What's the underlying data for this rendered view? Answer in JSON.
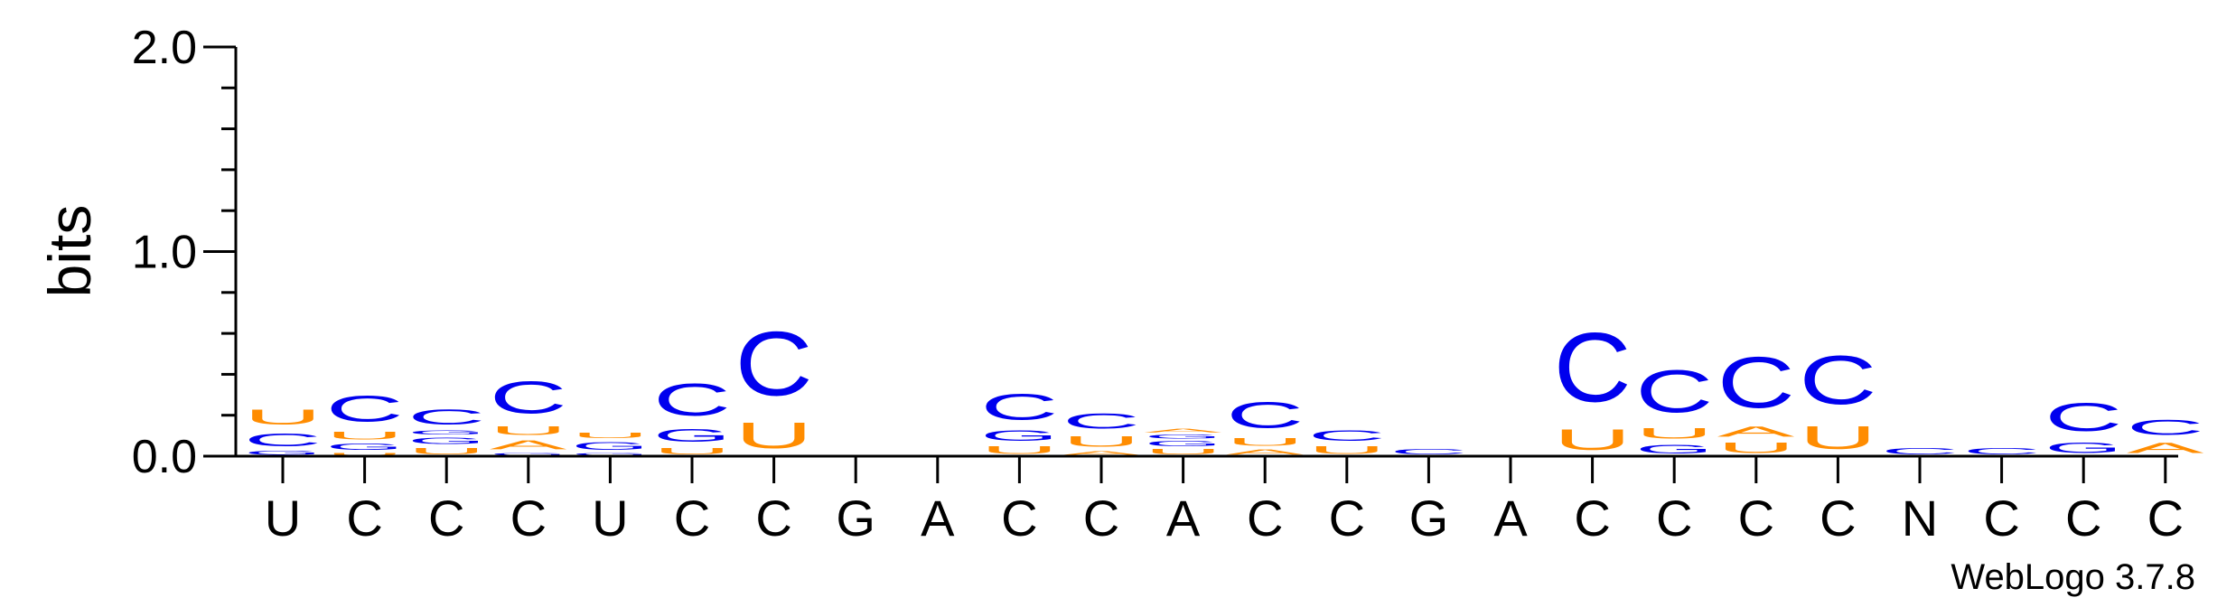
{
  "chart_data": {
    "type": "sequence-logo",
    "ylabel": "bits",
    "ylim": [
      0,
      2.0
    ],
    "yticks": [
      {
        "value": 0.0,
        "label": "0.0"
      },
      {
        "value": 1.0,
        "label": "1.0"
      },
      {
        "value": 2.0,
        "label": "2.0"
      }
    ],
    "credit": "WebLogo 3.7.8",
    "colors": {
      "C": "#0000ee",
      "G": "#0000ee",
      "U": "#ff8c00",
      "A": "#ff8c00",
      "N": "#0000ee"
    },
    "positions": [
      {
        "label": "U",
        "letters": [
          {
            "ch": "G",
            "h": 0.03
          },
          {
            "ch": "C",
            "h": 0.1
          },
          {
            "ch": "U",
            "h": 0.12
          }
        ]
      },
      {
        "label": "C",
        "letters": [
          {
            "ch": "U",
            "h": 0.02
          },
          {
            "ch": "G",
            "h": 0.05
          },
          {
            "ch": "U",
            "h": 0.06
          },
          {
            "ch": "C",
            "h": 0.2
          }
        ]
      },
      {
        "label": "C",
        "letters": [
          {
            "ch": "U",
            "h": 0.05
          },
          {
            "ch": "G",
            "h": 0.05
          },
          {
            "ch": "G",
            "h": 0.03
          },
          {
            "ch": "C",
            "h": 0.12
          }
        ]
      },
      {
        "label": "C",
        "letters": [
          {
            "ch": "G",
            "h": 0.02
          },
          {
            "ch": "A",
            "h": 0.07
          },
          {
            "ch": "U",
            "h": 0.07
          },
          {
            "ch": "C",
            "h": 0.25
          }
        ]
      },
      {
        "label": "U",
        "letters": [
          {
            "ch": "G",
            "h": 0.02
          },
          {
            "ch": "G",
            "h": 0.06
          },
          {
            "ch": "U",
            "h": 0.04
          }
        ]
      },
      {
        "label": "C",
        "letters": [
          {
            "ch": "U",
            "h": 0.05
          },
          {
            "ch": "G",
            "h": 0.1
          },
          {
            "ch": "C",
            "h": 0.25
          }
        ]
      },
      {
        "label": "C",
        "letters": [
          {
            "ch": "U",
            "h": 0.2
          },
          {
            "ch": "C",
            "h": 0.5
          }
        ]
      },
      {
        "label": "G",
        "letters": []
      },
      {
        "label": "A",
        "letters": []
      },
      {
        "label": "C",
        "letters": [
          {
            "ch": "U",
            "h": 0.06
          },
          {
            "ch": "G",
            "h": 0.08
          },
          {
            "ch": "C",
            "h": 0.2
          }
        ]
      },
      {
        "label": "C",
        "letters": [
          {
            "ch": "A",
            "h": 0.03
          },
          {
            "ch": "U",
            "h": 0.08
          },
          {
            "ch": "C",
            "h": 0.12
          }
        ]
      },
      {
        "label": "A",
        "letters": [
          {
            "ch": "U",
            "h": 0.04
          },
          {
            "ch": "G",
            "h": 0.04
          },
          {
            "ch": "G",
            "h": 0.03
          },
          {
            "ch": "A",
            "h": 0.03
          }
        ]
      },
      {
        "label": "C",
        "letters": [
          {
            "ch": "A",
            "h": 0.04
          },
          {
            "ch": "U",
            "h": 0.06
          },
          {
            "ch": "C",
            "h": 0.2
          }
        ]
      },
      {
        "label": "C",
        "letters": [
          {
            "ch": "U",
            "h": 0.06
          },
          {
            "ch": "C",
            "h": 0.08
          }
        ]
      },
      {
        "label": "G",
        "letters": [
          {
            "ch": "C",
            "h": 0.04
          }
        ]
      },
      {
        "label": "A",
        "letters": []
      },
      {
        "label": "C",
        "letters": [
          {
            "ch": "U",
            "h": 0.16
          },
          {
            "ch": "C",
            "h": 0.54
          }
        ]
      },
      {
        "label": "C",
        "letters": [
          {
            "ch": "G",
            "h": 0.07
          },
          {
            "ch": "U",
            "h": 0.08
          },
          {
            "ch": "C",
            "h": 0.33
          }
        ]
      },
      {
        "label": "C",
        "letters": [
          {
            "ch": "U",
            "h": 0.08
          },
          {
            "ch": "A",
            "h": 0.08
          },
          {
            "ch": "C",
            "h": 0.4
          }
        ]
      },
      {
        "label": "C",
        "letters": [
          {
            "ch": "U",
            "h": 0.18
          },
          {
            "ch": "C",
            "h": 0.38
          }
        ]
      },
      {
        "label": "N",
        "letters": [
          {
            "ch": "C",
            "h": 0.05
          }
        ]
      },
      {
        "label": "C",
        "letters": [
          {
            "ch": "C",
            "h": 0.05
          }
        ]
      },
      {
        "label": "C",
        "letters": [
          {
            "ch": "G",
            "h": 0.08
          },
          {
            "ch": "C",
            "h": 0.22
          }
        ]
      },
      {
        "label": "C",
        "letters": [
          {
            "ch": "A",
            "h": 0.08
          },
          {
            "ch": "C",
            "h": 0.12
          }
        ]
      }
    ]
  }
}
